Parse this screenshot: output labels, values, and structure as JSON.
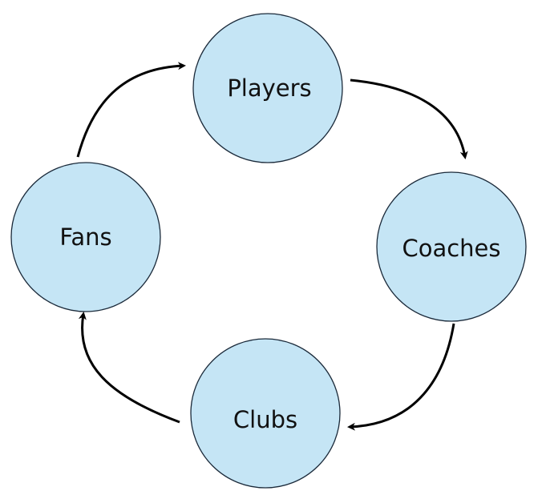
{
  "diagram": {
    "type": "cycle",
    "nodes": [
      {
        "id": "players",
        "label": "Players"
      },
      {
        "id": "coaches",
        "label": "Coaches"
      },
      {
        "id": "clubs",
        "label": "Clubs"
      },
      {
        "id": "fans",
        "label": "Fans"
      }
    ],
    "edges": [
      {
        "from": "players",
        "to": "coaches"
      },
      {
        "from": "coaches",
        "to": "clubs"
      },
      {
        "from": "clubs",
        "to": "fans"
      },
      {
        "from": "fans",
        "to": "players"
      }
    ],
    "colors": {
      "node_fill": "#c5e5f5",
      "node_stroke": "#1b2a3a",
      "arrow": "#000000"
    }
  }
}
